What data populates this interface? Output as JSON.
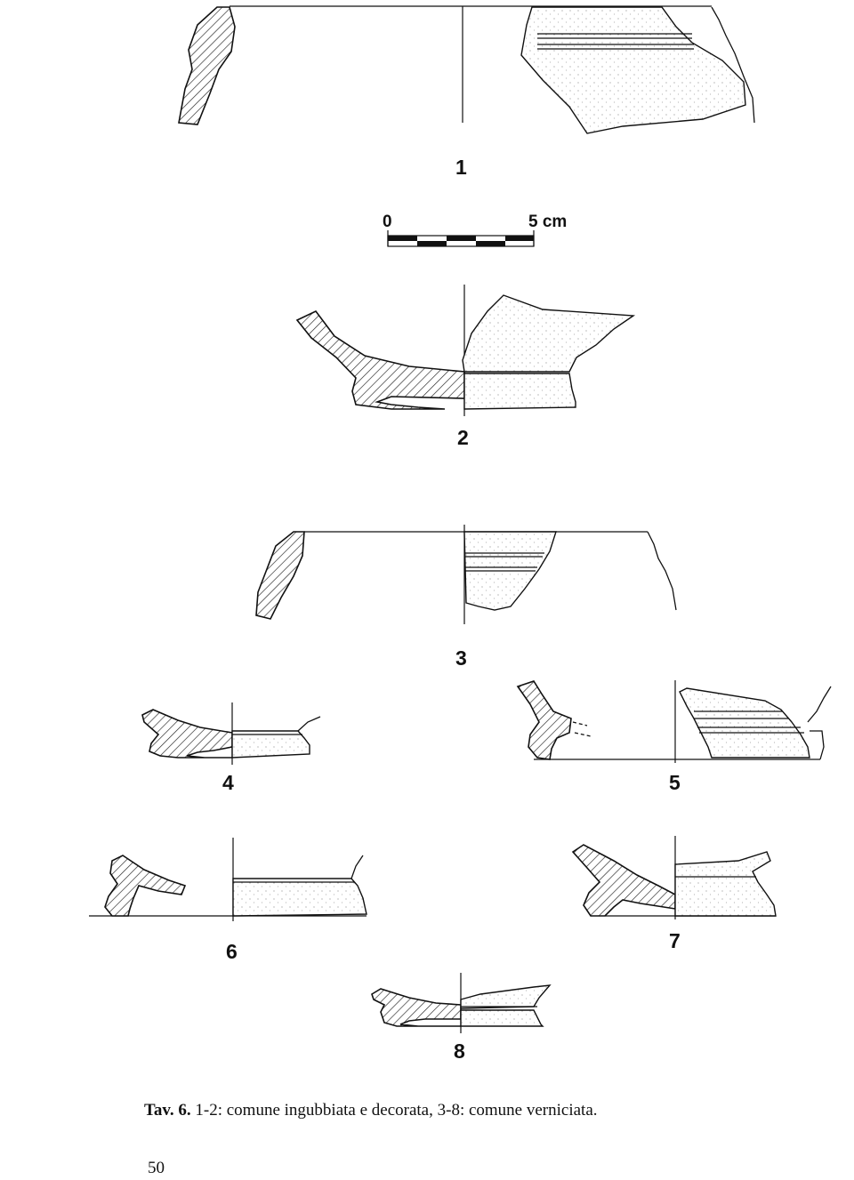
{
  "figure": {
    "labels": [
      "1",
      "2",
      "3",
      "4",
      "5",
      "6",
      "7",
      "8"
    ],
    "scale_bar": {
      "start_label": "0",
      "end_label": "5 cm"
    }
  },
  "caption": {
    "prefix": "Tav. 6.",
    "text": "1-2: comune ingubbiata e decorata, 3-8: comune verniciata."
  },
  "page_number": "50"
}
